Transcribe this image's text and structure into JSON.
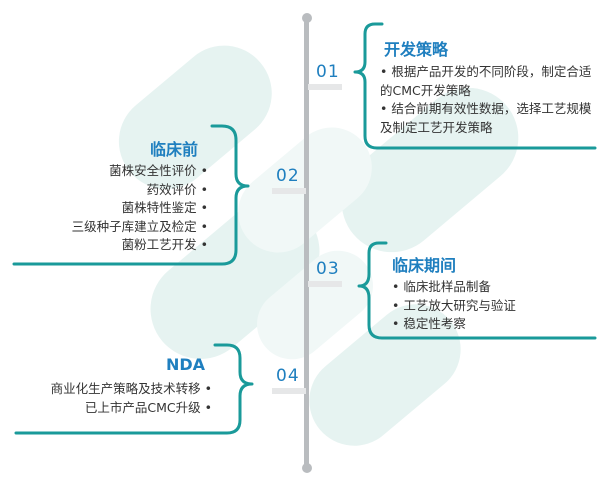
{
  "colors": {
    "accent": "#1f7fbf",
    "bracket": "#1a9a9a",
    "axis": "#b9bcbf",
    "watermark": "#e3f1ef"
  },
  "steps": [
    {
      "number": "01",
      "title": "开发策略",
      "items": [
        "• 根据产品开发的不同阶段，制定合适的CMC开发策略",
        "• 结合前期有效性数据，选择工艺规模及制定工艺开发策略"
      ]
    },
    {
      "number": "02",
      "title": "临床前",
      "items": [
        "菌株安全性评价 •",
        "药效评价 •",
        "菌株特性鉴定 •",
        "三级种子库建立及检定 •",
        "菌粉工艺开发 •"
      ]
    },
    {
      "number": "03",
      "title": "临床期间",
      "items": [
        "• 临床批样品制备",
        "• 工艺放大研究与验证",
        "• 稳定性考察"
      ]
    },
    {
      "number": "04",
      "title": "NDA",
      "items": [
        "商业化生产策略及技术转移 •",
        "已上市产品CMC升级 •"
      ]
    }
  ]
}
